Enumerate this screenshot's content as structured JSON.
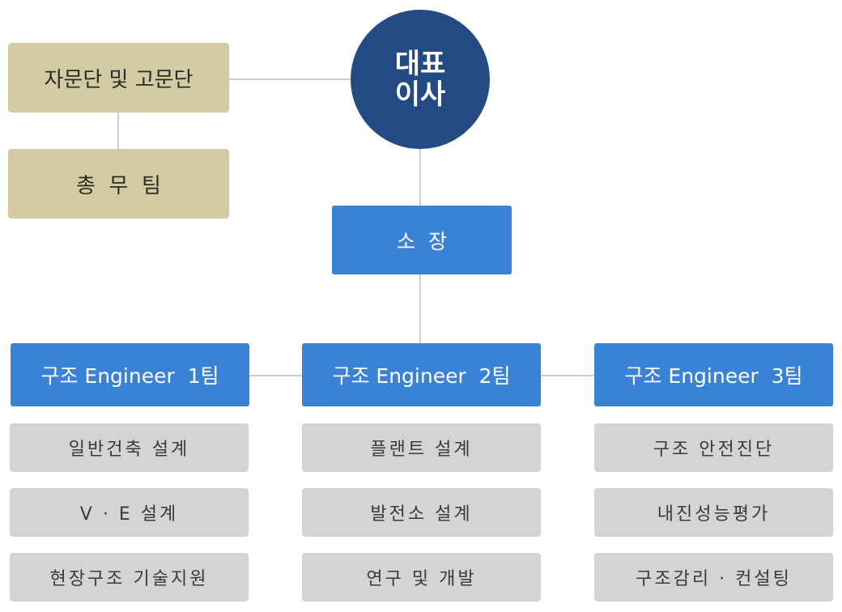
{
  "ceo": {
    "line1": "대표",
    "line2": "이사"
  },
  "advisory": "자문단 및 고문단",
  "general_affairs": "총  무  팀",
  "director": "소  장",
  "teams": [
    {
      "name": "구조 Engineer  1팀",
      "tasks": [
        "일반건축 설계",
        "V · E 설계",
        "현장구조 기술지원"
      ]
    },
    {
      "name": "구조 Engineer  2팀",
      "tasks": [
        "플랜트 설계",
        "발전소 설계",
        "연구 및 개발"
      ]
    },
    {
      "name": "구조 Engineer  3팀",
      "tasks": [
        "구조 안전진단",
        "내진성능평가",
        "구조감리 · 컨설팅"
      ]
    }
  ],
  "colors": {
    "navy": "#234a82",
    "blue": "#3a82d6",
    "beige": "#d2cba3",
    "gray": "#d4d4d4",
    "line": "#c6cfdb"
  }
}
